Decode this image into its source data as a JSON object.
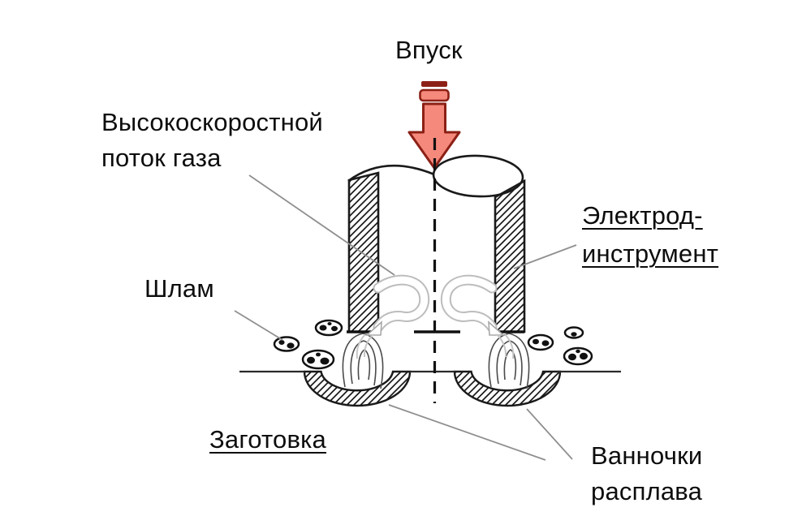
{
  "diagram": {
    "labels": {
      "inlet": "Впуск",
      "gas_flow": {
        "line1": "Высокоскоростной",
        "line2": "поток газа"
      },
      "sludge": "Шлам",
      "electrode": {
        "line1": "Электрод-",
        "line2": "инструмент"
      },
      "workpiece": "Заготовка",
      "melt_pools": {
        "line1": "Ванночки",
        "line2": "расплава"
      }
    },
    "colors": {
      "arrow_fill": "#f5897b",
      "arrow_outline": "#8c2016",
      "ink": "#1a1a1a",
      "leader": "#8f8f8f",
      "swirl": "#bdbdbd"
    }
  }
}
